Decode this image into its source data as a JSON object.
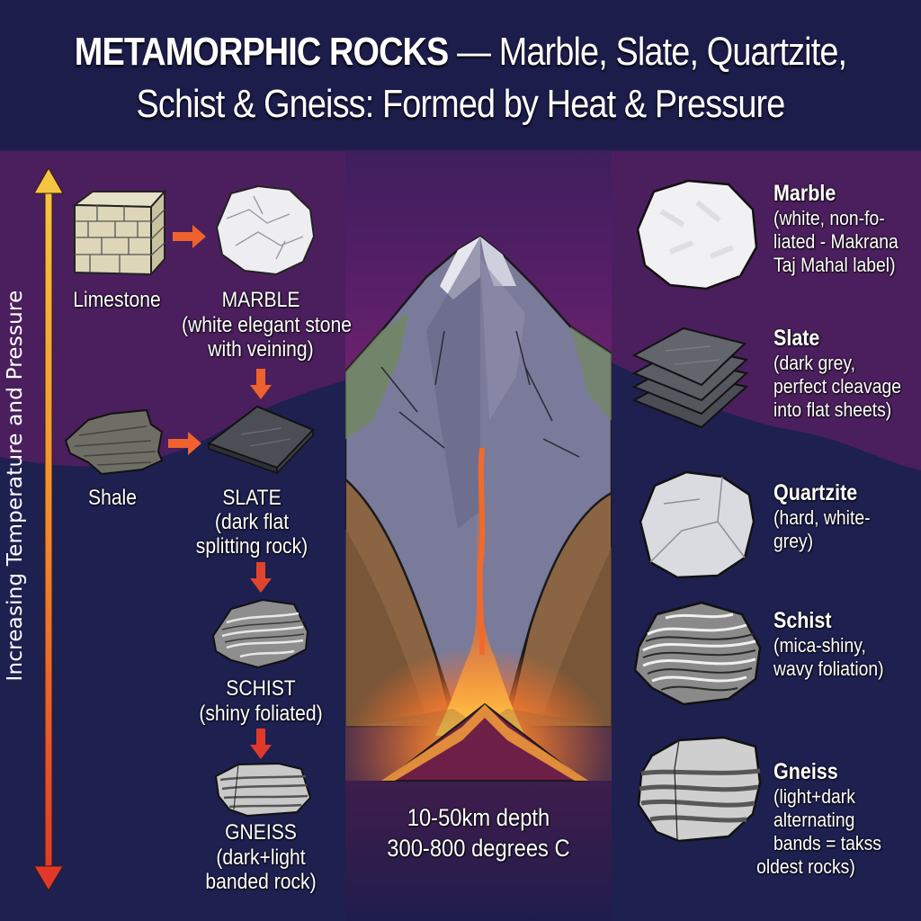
{
  "header": {
    "title_bold": "METAMORPHIC ROCKS",
    "title_rest": " — Marble, Slate, Quartzite,",
    "title_line2": "Schist & Gneiss: Formed by Heat & Pressure"
  },
  "axis": {
    "label": "Increasing Temperature and Pressure",
    "top_color": "#f5c542",
    "bottom_color": "#e0392b"
  },
  "left_flow": {
    "parents": [
      {
        "name": "Limestone"
      },
      {
        "name": "Shale"
      }
    ],
    "stages": [
      {
        "name": "MARBLE",
        "desc_lines": [
          "(white elegant stone",
          "with veining)"
        ]
      },
      {
        "name": "SLATE",
        "desc_lines": [
          "(dark flat",
          "splitting rock)"
        ]
      },
      {
        "name": "SCHIST",
        "desc_lines": [
          "(shiny foliated)"
        ]
      },
      {
        "name": "GNEISS",
        "desc_lines": [
          "(dark+light",
          "banded rock)"
        ]
      }
    ],
    "arrow_color": "#f0622d"
  },
  "center": {
    "depth": "10-50km depth",
    "temperature": "300-800 degrees C"
  },
  "right_list": [
    {
      "name": "Marble",
      "desc_lines": [
        "(white, non-fo-",
        "liated - Makrana",
        "Taj Mahal label)"
      ]
    },
    {
      "name": "Slate",
      "desc_lines": [
        "(dark grey,",
        "perfect cleavage",
        "into flat sheets)"
      ]
    },
    {
      "name": "Quartzite",
      "desc_lines": [
        "(hard, white-",
        "grey)"
      ]
    },
    {
      "name": "Schist",
      "desc_lines": [
        "(mica-shiny,",
        "wavy foliation)"
      ]
    },
    {
      "name": "Gneiss",
      "desc_lines": [
        "(light+dark",
        "alternating",
        "bands = takss",
        "oldest rocks)"
      ]
    }
  ],
  "colors": {
    "header_bg": "#1c1d4b",
    "purple_bg": "#4a1e5c",
    "navy_bg": "#1e2050",
    "magma": "#f26a2a"
  }
}
